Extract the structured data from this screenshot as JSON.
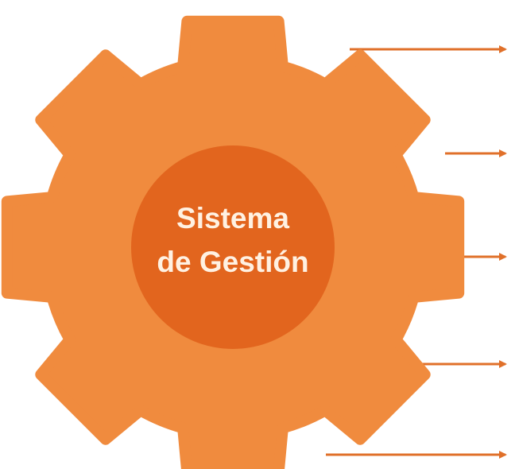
{
  "center_label": {
    "line1": "Sistema",
    "line2": "de Gestión"
  },
  "colors": {
    "gear": "#F08B3E",
    "hub": "#E2651E",
    "arrow": "#E0702A",
    "label": "#FFF1E2"
  },
  "arrows": [
    {
      "name": "output-arrow-1"
    },
    {
      "name": "output-arrow-2"
    },
    {
      "name": "output-arrow-3"
    },
    {
      "name": "output-arrow-4"
    },
    {
      "name": "output-arrow-5"
    }
  ]
}
